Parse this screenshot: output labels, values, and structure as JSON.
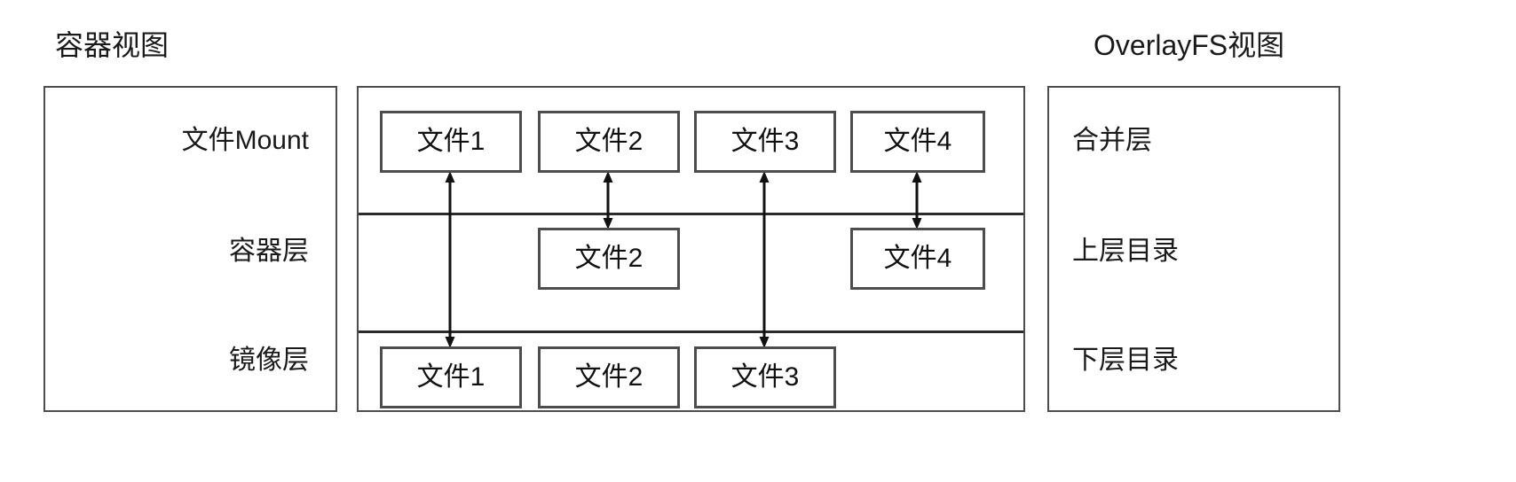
{
  "diagram": {
    "title_left": "容器视图",
    "title_right": "OverlayFS视图",
    "container_view": {
      "rows": [
        {
          "label": "文件Mount"
        },
        {
          "label": "容器层"
        },
        {
          "label": "镜像层"
        }
      ]
    },
    "overlayfs_view": {
      "rows": [
        {
          "label": "合并层"
        },
        {
          "label": "上层目录"
        },
        {
          "label": "下层目录"
        }
      ]
    },
    "layers": {
      "merged": {
        "files": [
          {
            "label": "文件1"
          },
          {
            "label": "文件2"
          },
          {
            "label": "文件3"
          },
          {
            "label": "文件4"
          }
        ]
      },
      "upper": {
        "files": [
          {
            "label": "",
            "present": false
          },
          {
            "label": "文件2",
            "present": true
          },
          {
            "label": "",
            "present": false
          },
          {
            "label": "文件4",
            "present": true
          }
        ]
      },
      "lower": {
        "files": [
          {
            "label": "文件1",
            "present": true
          },
          {
            "label": "文件2",
            "present": true
          },
          {
            "label": "文件3",
            "present": true
          },
          {
            "label": "",
            "present": false
          }
        ]
      }
    },
    "connections": [
      {
        "column": 1,
        "from": "merged",
        "to": "lower",
        "style": "double-headed"
      },
      {
        "column": 2,
        "from": "merged",
        "to": "upper",
        "style": "double-headed"
      },
      {
        "column": 3,
        "from": "merged",
        "to": "lower",
        "style": "double-headed"
      },
      {
        "column": 4,
        "from": "merged",
        "to": "upper",
        "style": "double-headed"
      }
    ],
    "colors": {
      "background": "#ffffff",
      "panel_border": "#4d4d4d",
      "divider": "#2b2b2b",
      "text": "#1a1a1a",
      "arrow": "#111111"
    }
  }
}
